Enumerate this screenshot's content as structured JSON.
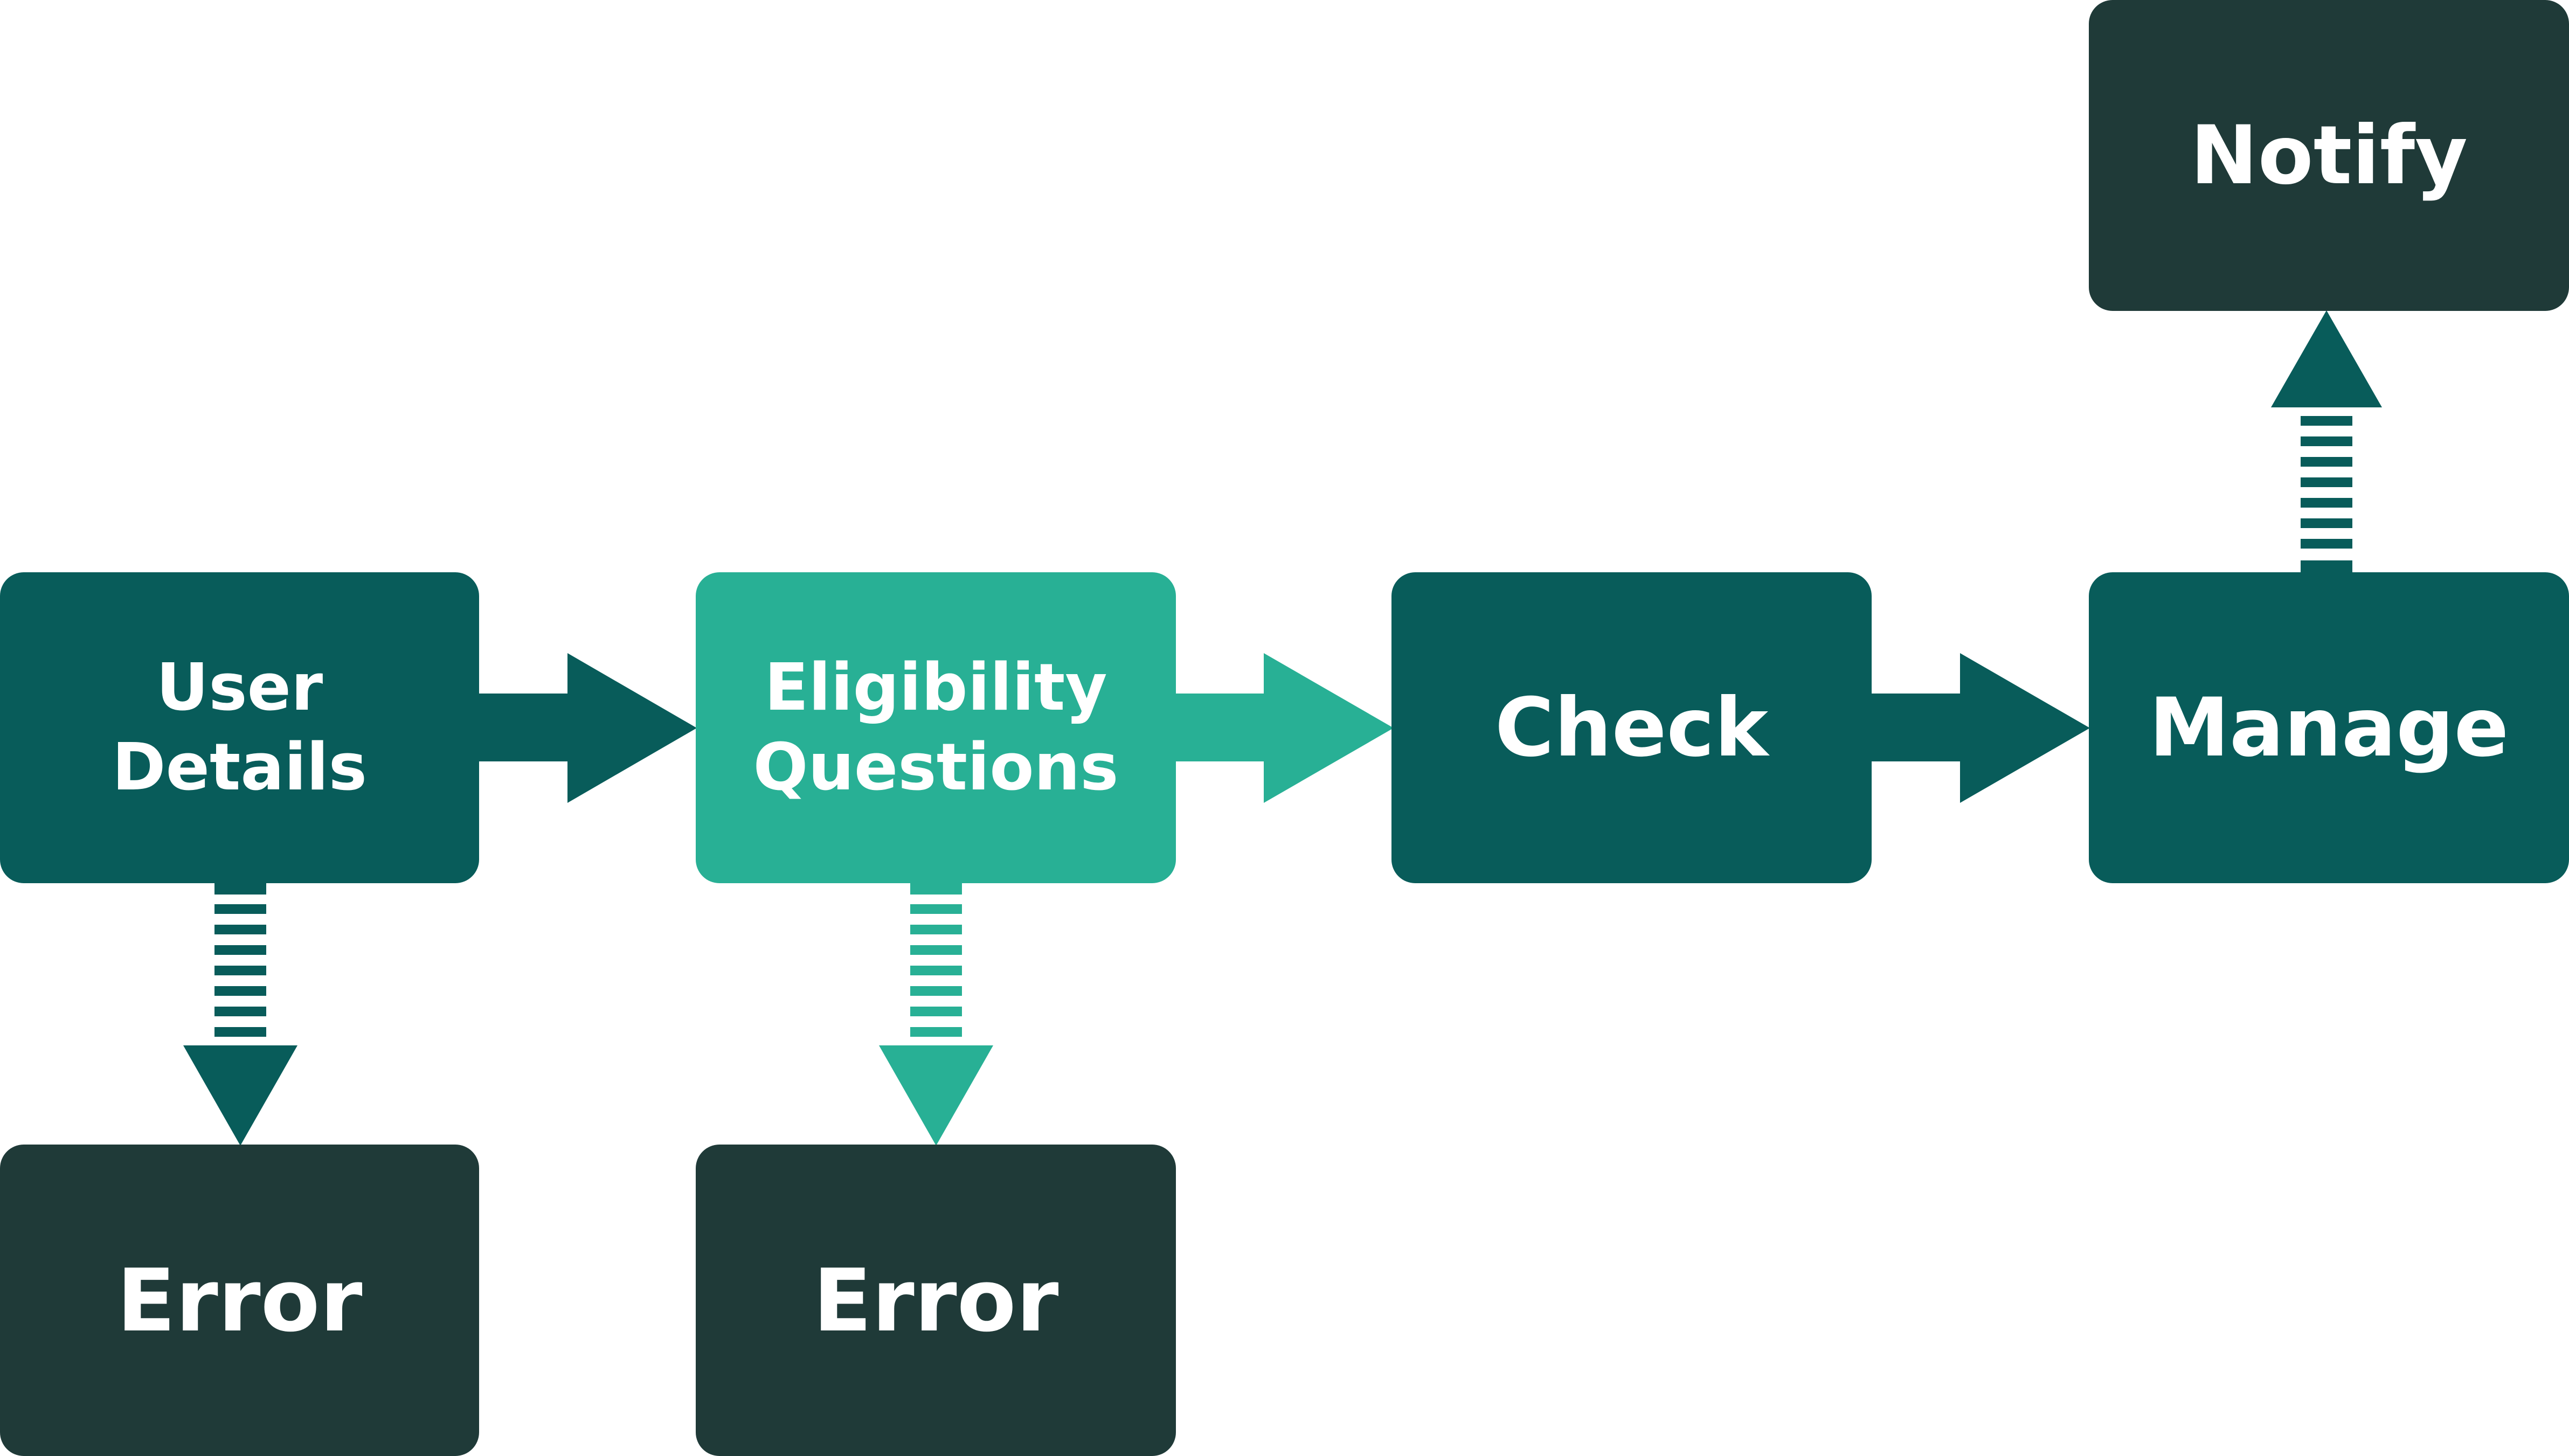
{
  "colors": {
    "dark_teal": "#085c5a",
    "light_teal": "#28b095",
    "dark_slate": "#1f3a38",
    "text": "#ffffff"
  },
  "nodes": {
    "user_details": {
      "label": "User Details"
    },
    "eligibility_questions": {
      "label": "Eligibility Questions"
    },
    "check": {
      "label": "Check"
    },
    "manage": {
      "label": "Manage"
    },
    "notify": {
      "label": "Notify"
    },
    "error_user": {
      "label": "Error"
    },
    "error_eligibility": {
      "label": "Error"
    }
  },
  "edges": [
    {
      "from": "user_details",
      "to": "eligibility_questions",
      "style": "solid"
    },
    {
      "from": "eligibility_questions",
      "to": "check",
      "style": "solid"
    },
    {
      "from": "check",
      "to": "manage",
      "style": "solid"
    },
    {
      "from": "manage",
      "to": "notify",
      "style": "dashed"
    },
    {
      "from": "user_details",
      "to": "error_user",
      "style": "dashed"
    },
    {
      "from": "eligibility_questions",
      "to": "error_eligibility",
      "style": "dashed"
    }
  ]
}
